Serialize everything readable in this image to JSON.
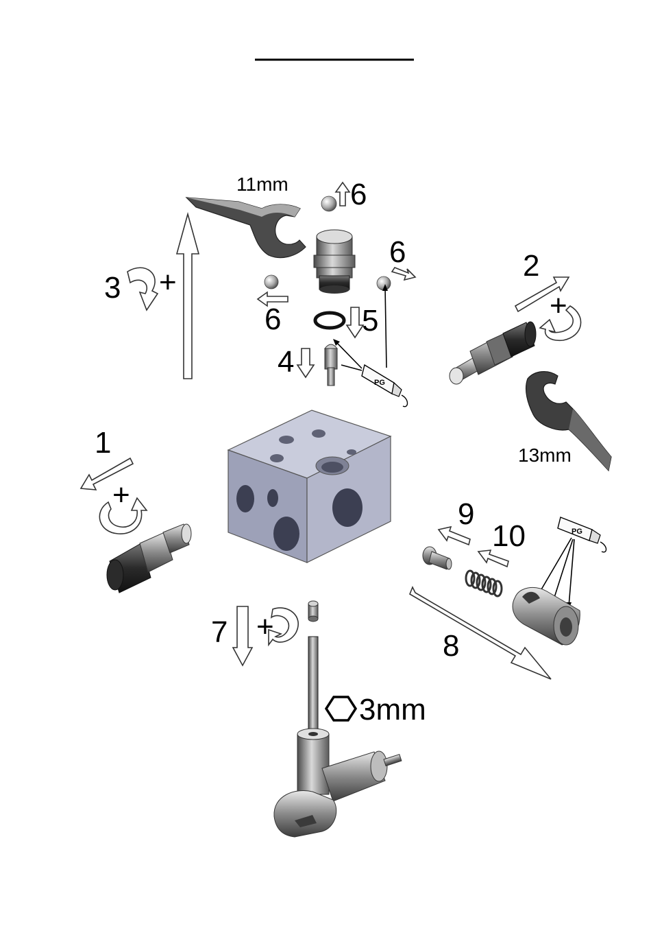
{
  "header_rule": true,
  "labels": {
    "wrench_11": "11mm",
    "wrench_13": "13mm",
    "hex_3": "3mm",
    "plus": "+",
    "tube": "PG"
  },
  "steps": [
    "1",
    "2",
    "3",
    "4",
    "5",
    "6",
    "7",
    "8",
    "9",
    "10"
  ],
  "colors": {
    "block_top": "#c9ccdc",
    "block_left": "#9da1b8",
    "block_right": "#b3b6ca",
    "metal_dark": "#2e2e2e",
    "metal_mid": "#7b7b7b",
    "metal_light": "#d6d6d6"
  },
  "icons": [
    "open-wrench-icon",
    "curved-rotation-arrow-icon",
    "straight-arrow-icon",
    "grease-tube-icon",
    "hex-key-icon",
    "steel-ball-icon",
    "o-ring-icon",
    "spring-icon"
  ]
}
